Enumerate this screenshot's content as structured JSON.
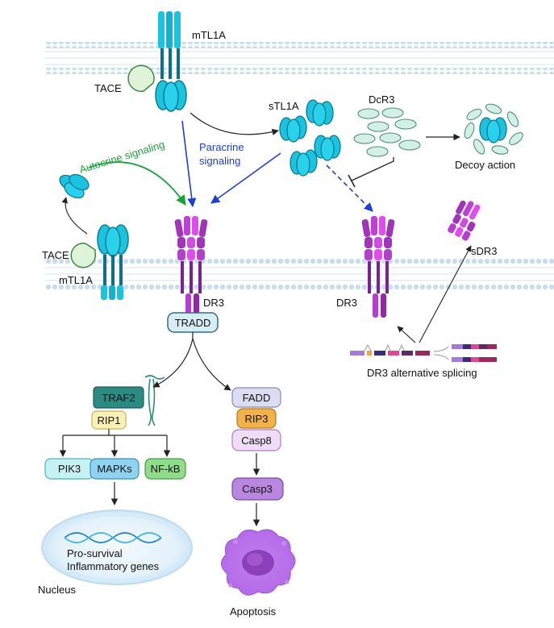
{
  "labels": {
    "mtl1a_top": "mTL1A",
    "tace_top": "TACE",
    "stl1a": "sTL1A",
    "dcr3": "DcR3",
    "decoy": "Decoy action",
    "autocrine": "Autocrine signaling",
    "paracrine_1": "Paracrine",
    "paracrine_2": "signaling",
    "tace_left": "TACE",
    "mtl1a_left": "mTL1A",
    "dr3_center": "DR3",
    "dr3_right": "DR3",
    "sdr3": "sDR3",
    "splicing": "DR3 alternative splicing",
    "nucleus": "Nucleus",
    "genes_1": "Pro-survival",
    "genes_2": "Inflammatory genes",
    "apoptosis": "Apoptosis"
  },
  "boxes": {
    "tradd": "TRADD",
    "traf2": "TRAF2",
    "rip1": "RIP1",
    "pik3": "PIK3",
    "mapks": "MAPKs",
    "nfkb": "NF-kB",
    "fadd": "FADD",
    "rip3": "RIP3",
    "casp8": "Casp8",
    "casp3": "Casp3"
  },
  "colors": {
    "tl1a": "#19b8d6",
    "tl1a_dark": "#0e7f9c",
    "dr3": "#b03fc6",
    "dr3_light": "#e040ef",
    "dcr3": "#d4efe6",
    "tace": "#dff3d9",
    "membrane": "#b8d8f0",
    "autocrine_arrow": "#1aa33a",
    "paracrine_arrow": "#1e3fd6"
  }
}
